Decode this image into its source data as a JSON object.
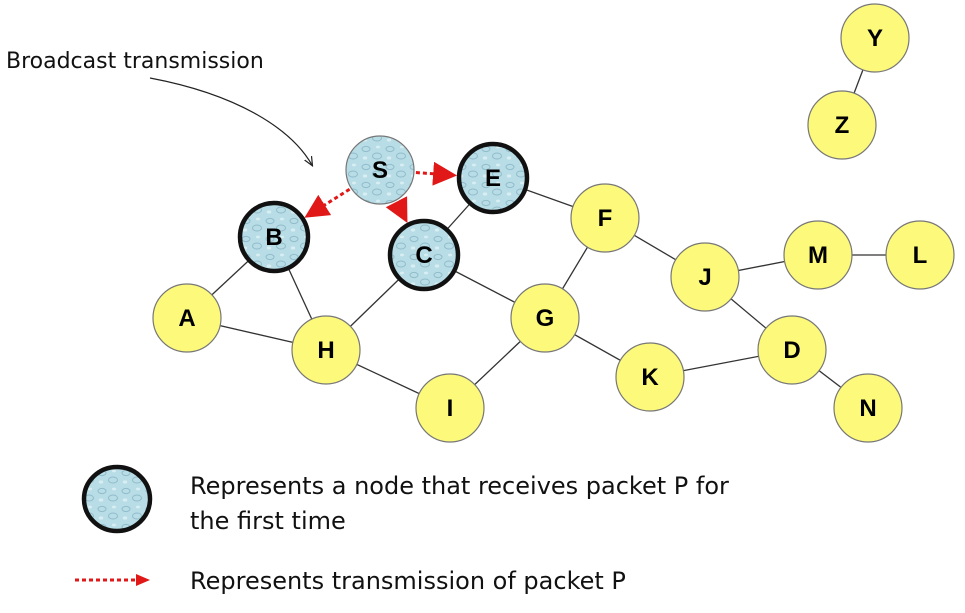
{
  "caption": "Broadcast transmission",
  "colors": {
    "plain_node": "#fdf97a",
    "plain_stroke": "#777777",
    "received_node": "#b9dde6",
    "received_stroke": "#111111",
    "edge": "#333333",
    "transmission_arrow": "#e01818"
  },
  "nodes": [
    {
      "id": "S",
      "label": "S",
      "state": "sender"
    },
    {
      "id": "E",
      "label": "E",
      "state": "received"
    },
    {
      "id": "B",
      "label": "B",
      "state": "received"
    },
    {
      "id": "C",
      "label": "C",
      "state": "received"
    },
    {
      "id": "A",
      "label": "A",
      "state": "plain"
    },
    {
      "id": "H",
      "label": "H",
      "state": "plain"
    },
    {
      "id": "I",
      "label": "I",
      "state": "plain"
    },
    {
      "id": "G",
      "label": "G",
      "state": "plain"
    },
    {
      "id": "F",
      "label": "F",
      "state": "plain"
    },
    {
      "id": "K",
      "label": "K",
      "state": "plain"
    },
    {
      "id": "J",
      "label": "J",
      "state": "plain"
    },
    {
      "id": "M",
      "label": "M",
      "state": "plain"
    },
    {
      "id": "L",
      "label": "L",
      "state": "plain"
    },
    {
      "id": "D",
      "label": "D",
      "state": "plain"
    },
    {
      "id": "N",
      "label": "N",
      "state": "plain"
    },
    {
      "id": "Y",
      "label": "Y",
      "state": "plain"
    },
    {
      "id": "Z",
      "label": "Z",
      "state": "plain"
    }
  ],
  "edges": [
    [
      "Y",
      "Z"
    ],
    [
      "B",
      "A"
    ],
    [
      "B",
      "H"
    ],
    [
      "A",
      "H"
    ],
    [
      "C",
      "H"
    ],
    [
      "E",
      "C"
    ],
    [
      "E",
      "F"
    ],
    [
      "C",
      "G"
    ],
    [
      "H",
      "I"
    ],
    [
      "I",
      "G"
    ],
    [
      "F",
      "G"
    ],
    [
      "F",
      "J"
    ],
    [
      "J",
      "M"
    ],
    [
      "M",
      "L"
    ],
    [
      "J",
      "D"
    ],
    [
      "G",
      "K"
    ],
    [
      "K",
      "D"
    ],
    [
      "D",
      "N"
    ]
  ],
  "transmissions": [
    [
      "S",
      "E"
    ],
    [
      "S",
      "B"
    ],
    [
      "S",
      "C"
    ]
  ],
  "legend": {
    "node_line1": "Represents a node that receives packet P for",
    "node_line2": "the first time",
    "arrow_text": "Represents transmission of packet P"
  }
}
